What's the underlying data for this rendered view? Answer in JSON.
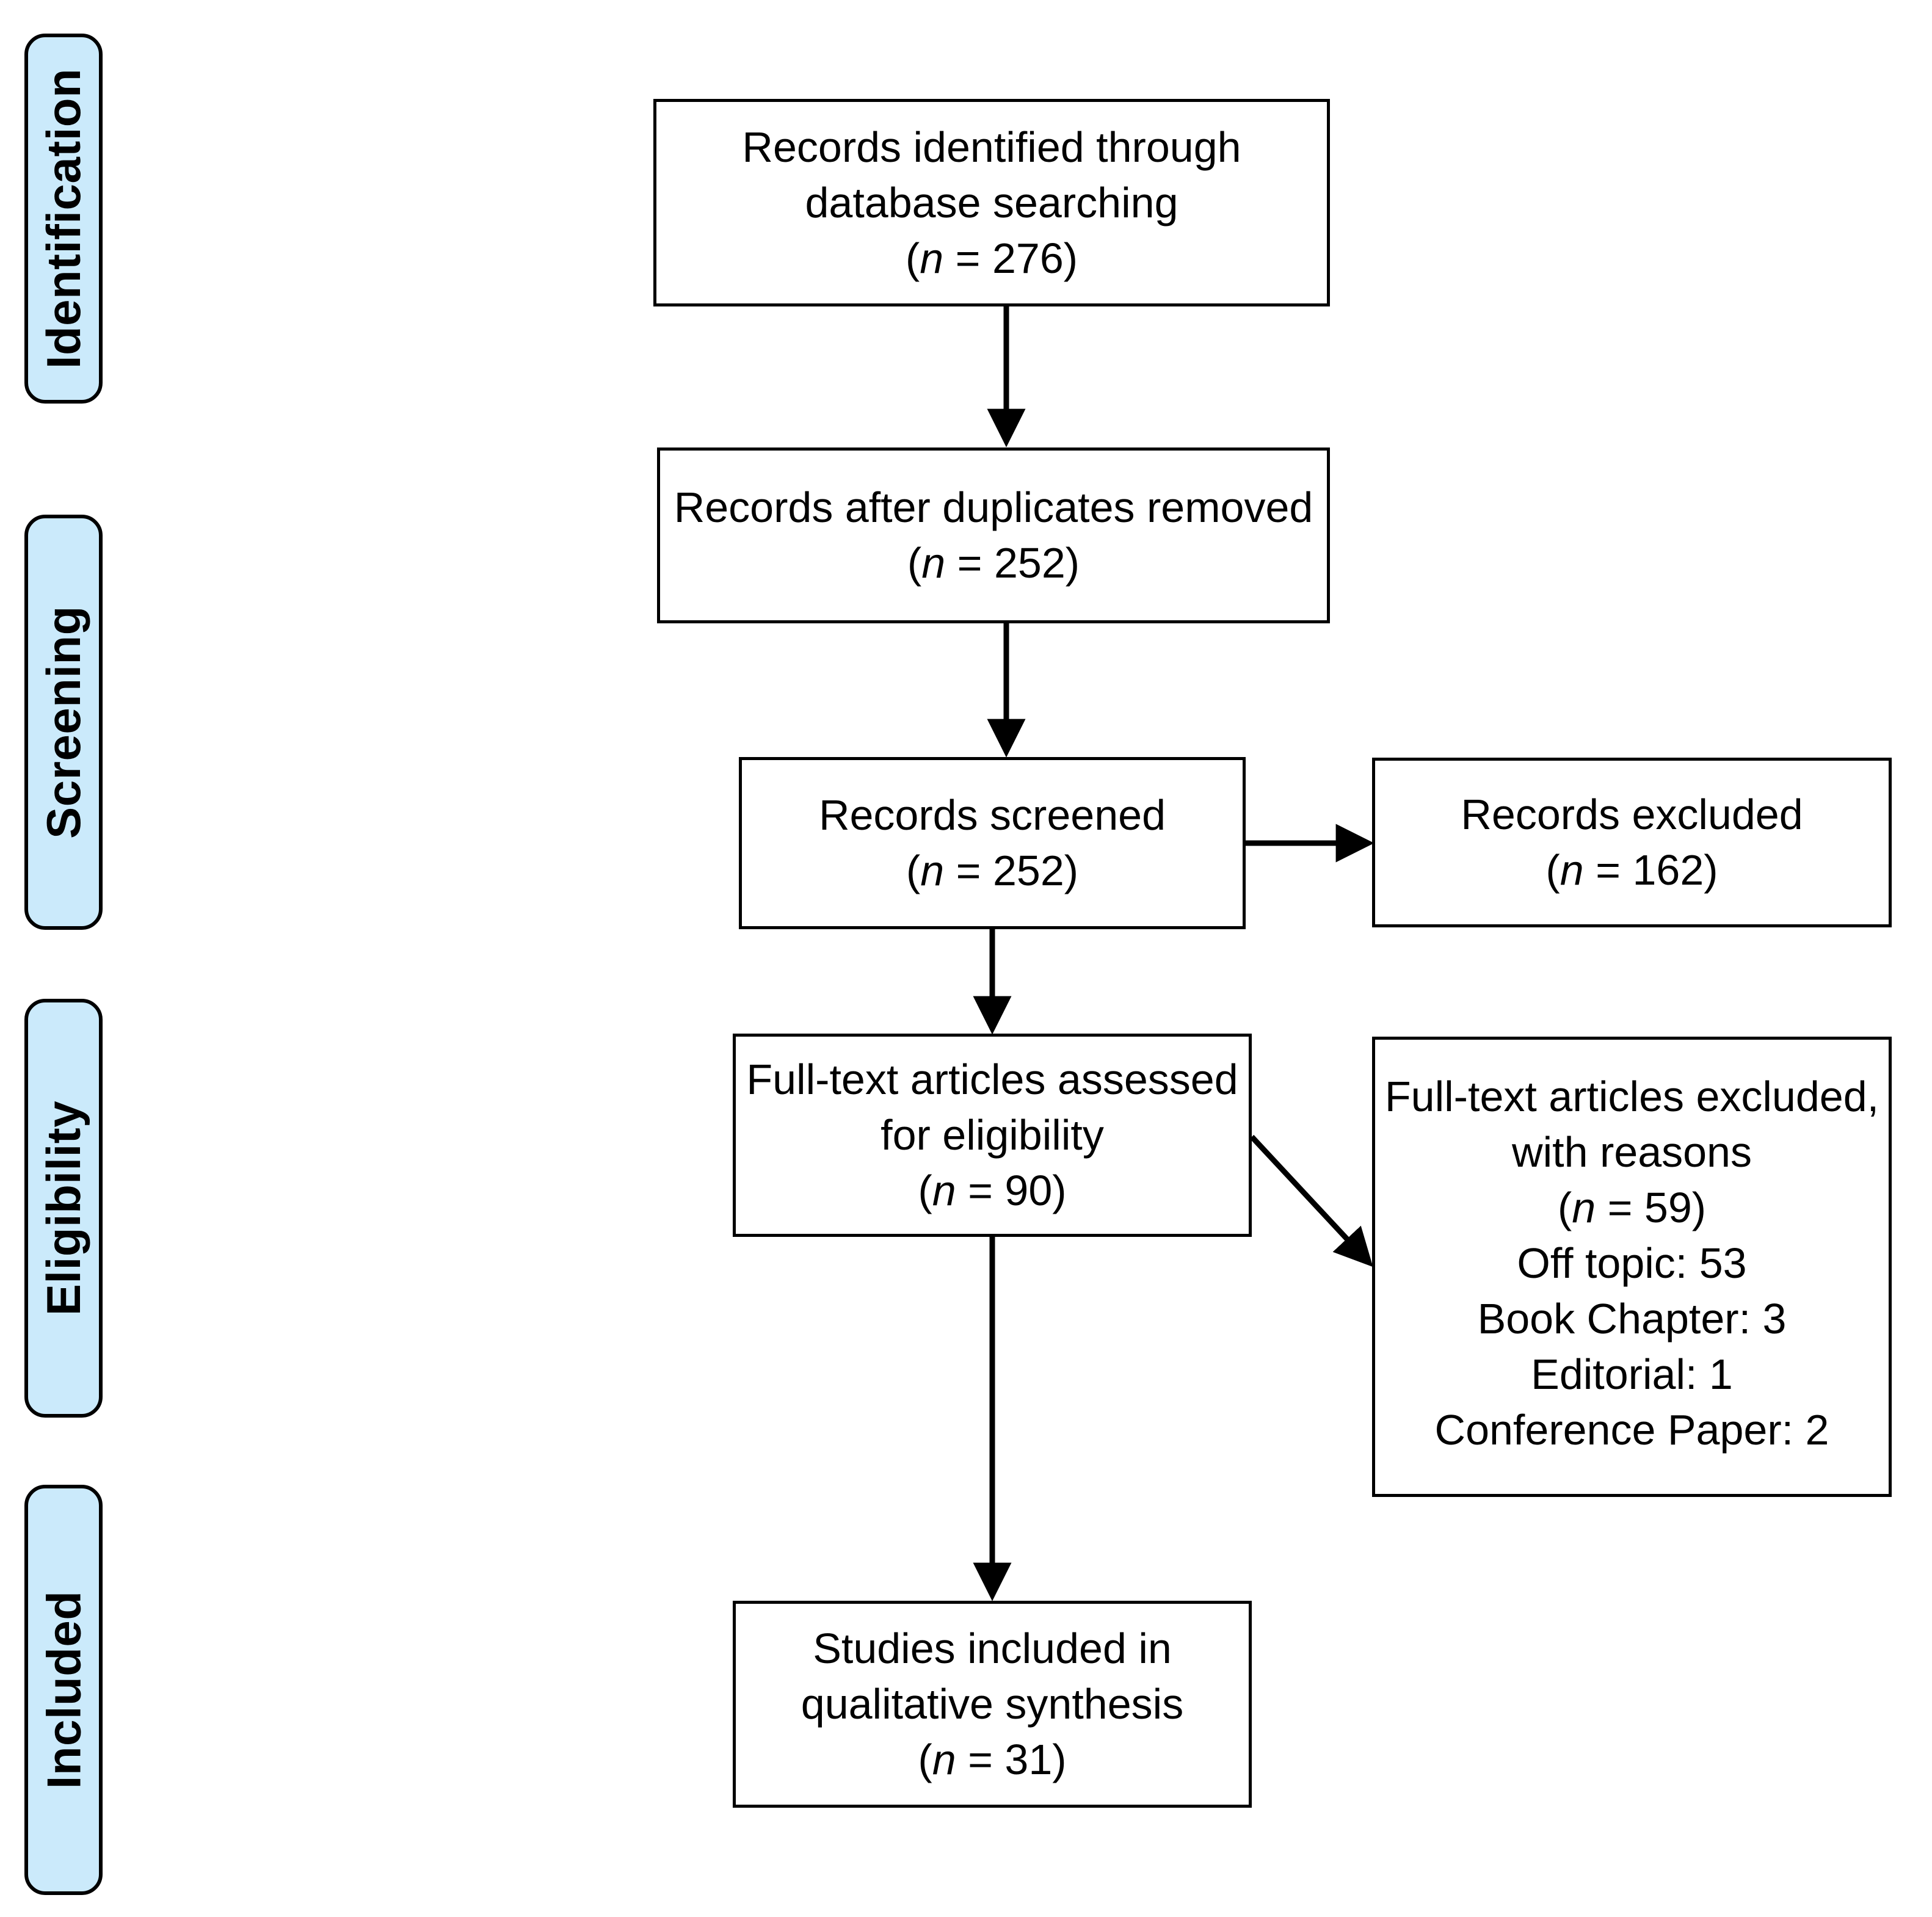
{
  "diagram": {
    "type": "prisma-flow-diagram",
    "title": "PRISMA flow diagram",
    "colors": {
      "stage_fill": "#cbeafb",
      "stage_border": "#000000",
      "box_fill": "#ffffff",
      "box_border": "#000000",
      "text": "#000000",
      "arrow": "#000000"
    },
    "stages": [
      {
        "id": "identification",
        "label": "Identification"
      },
      {
        "id": "screening",
        "label": "Screening"
      },
      {
        "id": "eligibility",
        "label": "Eligibility"
      },
      {
        "id": "included",
        "label": "Included"
      }
    ],
    "boxes": [
      {
        "id": "records-identified",
        "stage": "identification",
        "lines": [
          "Records identified through",
          "database searching"
        ],
        "count_prefix": "(",
        "count_var": "n",
        "count_eq": " =  ",
        "count_value": "276",
        "count_suffix": ")"
      },
      {
        "id": "records-after-duplicates",
        "stage": "screening",
        "lines": [
          "Records after duplicates removed"
        ],
        "count_prefix": "(",
        "count_var": "n",
        "count_eq": " =  ",
        "count_value": "252",
        "count_suffix": ")"
      },
      {
        "id": "records-screened",
        "stage": "screening",
        "lines": [
          "Records screened"
        ],
        "count_prefix": "(",
        "count_var": "n",
        "count_eq": " =  ",
        "count_value": "252",
        "count_suffix": ")"
      },
      {
        "id": "records-excluded",
        "stage": "screening",
        "lines": [
          "Records excluded"
        ],
        "count_prefix": "(",
        "count_var": "n",
        "count_eq": " =  ",
        "count_value": "162",
        "count_suffix": ")"
      },
      {
        "id": "fulltext-assessed",
        "stage": "eligibility",
        "lines": [
          "Full-text articles assessed",
          "for eligibility"
        ],
        "count_prefix": "(",
        "count_var": "n",
        "count_eq": " =  ",
        "count_value": "90",
        "count_suffix": ")"
      },
      {
        "id": "fulltext-excluded",
        "stage": "eligibility",
        "lines": [
          "Full-text articles excluded,",
          "with reasons"
        ],
        "count_prefix": "(",
        "count_var": "n",
        "count_eq": " =  ",
        "count_value": "59",
        "count_suffix": ")",
        "reasons": [
          "Off topic: 53",
          "Book Chapter: 3",
          "Editorial: 1",
          "Conference Paper: 2"
        ]
      },
      {
        "id": "studies-included",
        "stage": "included",
        "lines": [
          "Studies included in",
          "qualitative synthesis"
        ],
        "count_prefix": "(",
        "count_var": "n",
        "count_eq": " =  ",
        "count_value": "31",
        "count_suffix": ")"
      }
    ],
    "flow": {
      "identified_to_after_duplicates": 276,
      "after_duplicates_to_screened": 252,
      "screened_excluded": 162,
      "screened_to_fulltext": 90,
      "fulltext_excluded_total": 59,
      "included_total": 31
    }
  }
}
